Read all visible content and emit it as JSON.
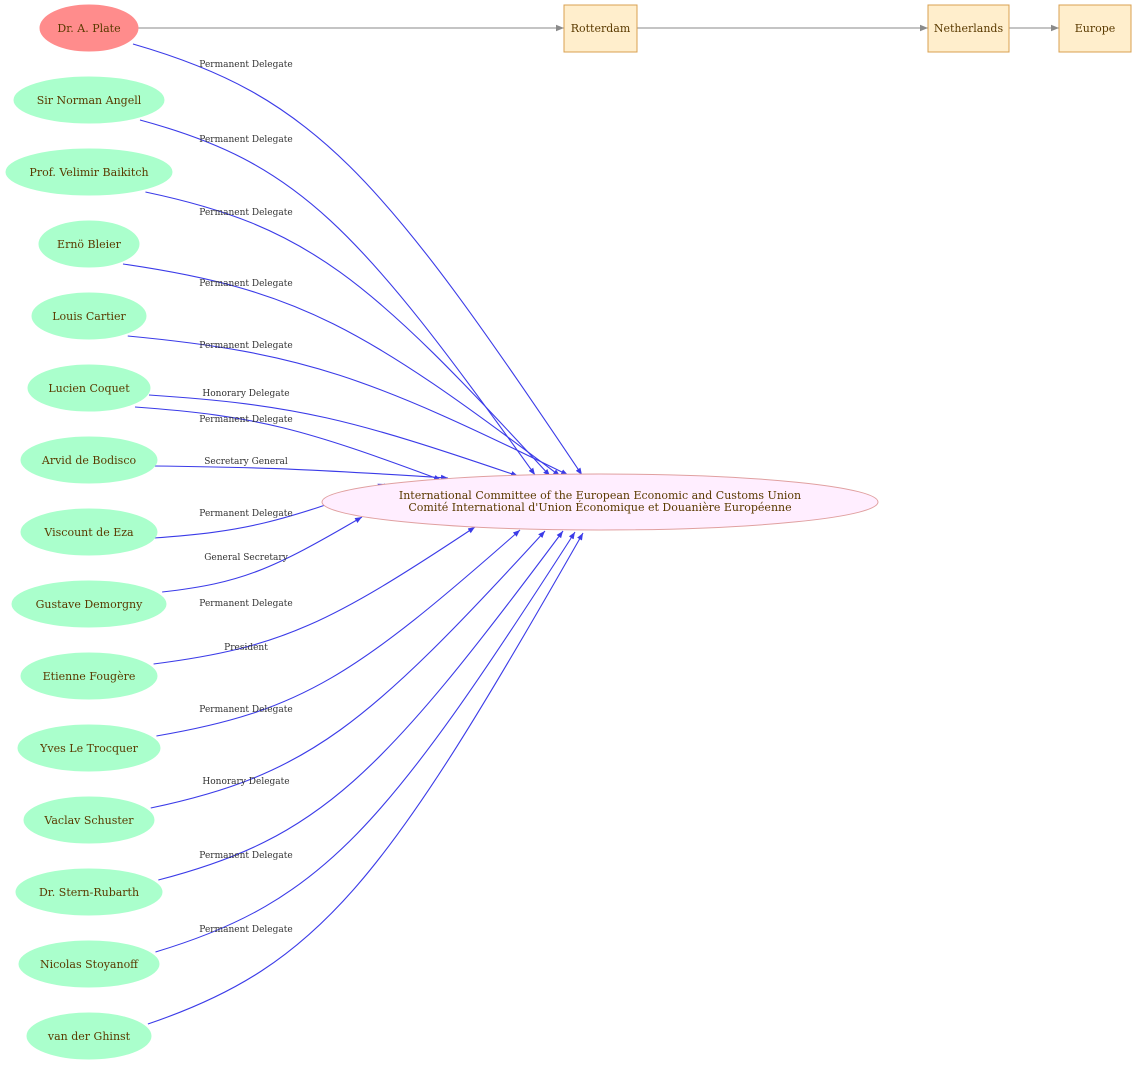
{
  "colors": {
    "focus_person_fill": "#ff8c8c",
    "person_fill": "#aaffcc",
    "person_stroke": "#aaffcc",
    "org_fill": "#ffeeff",
    "org_stroke": "#e0a0a0",
    "location_fill": "#ffeecc",
    "location_stroke": "#d9a050",
    "relation_edge": "#3b3be8",
    "location_edge": "#8a8a8a",
    "text": "#5a3a00"
  },
  "focus_person": {
    "name": "Dr. A. Plate",
    "relation": "Permanent Delegate"
  },
  "locations": [
    "Rotterdam",
    "Netherlands",
    "Europe"
  ],
  "organization": {
    "line1": "International Committee of the European Economic and Customs Union",
    "line2": "Comité International d'Union Économique et Douanière Européenne"
  },
  "people": [
    {
      "name": "Sir Norman Angell",
      "relation": "Permanent Delegate"
    },
    {
      "name": "Prof. Velimir Baikitch",
      "relation": "Permanent Delegate"
    },
    {
      "name": "Ernö Bleier",
      "relation": "Permanent Delegate"
    },
    {
      "name": "Louis Cartier",
      "relation": "Permanent Delegate"
    },
    {
      "name": "Lucien Coquet",
      "relation": "Honorary Delegate",
      "relation2": "Permanent Delegate"
    },
    {
      "name": "Arvid de Bodisco",
      "relation": "Secretary General"
    },
    {
      "name": "Viscount  de Eza",
      "relation": "Permanent Delegate"
    },
    {
      "name": "Gustave Demorgny",
      "relation": "General Secretary"
    },
    {
      "name": "Etienne Fougère",
      "relation": "Permanent Delegate"
    },
    {
      "name": "Yves Le Trocquer",
      "relation": "President"
    },
    {
      "name": "Vaclav Schuster",
      "relation": "Permanent Delegate"
    },
    {
      "name": "Dr. Stern-Rubarth",
      "relation": "Honorary Delegate"
    },
    {
      "name": "Nicolas Stoyanoff",
      "relation": "Permanent Delegate"
    },
    {
      "name": "van der Ghinst",
      "relation": "Permanent Delegate"
    }
  ]
}
